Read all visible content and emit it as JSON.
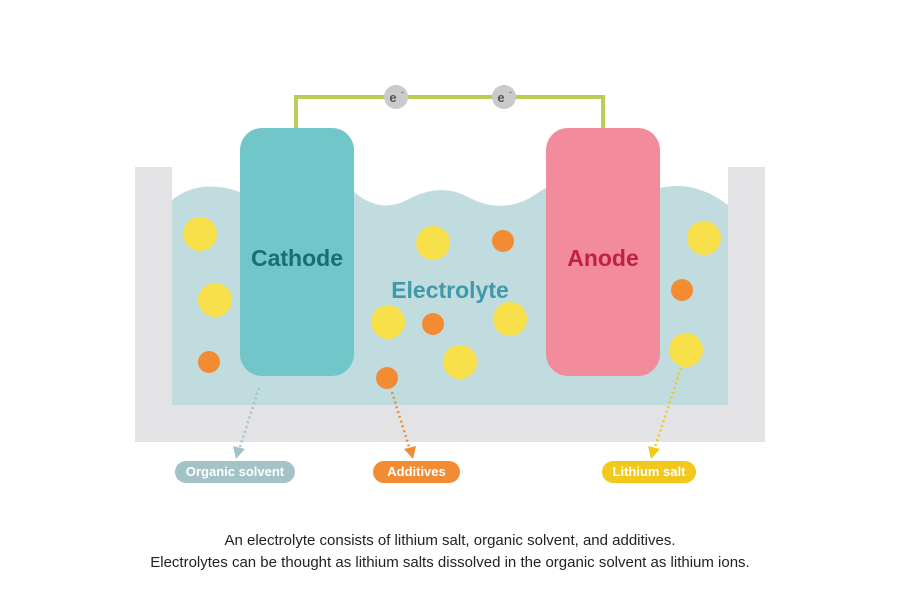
{
  "colors": {
    "container": "#e3e3e5",
    "electrolyte": "#c0dcdf",
    "cathode": "#70c6c8",
    "cathode_text": "#1b6c75",
    "anode": "#f28b9c",
    "anode_text": "#c0213f",
    "electrolyte_text": "#3e9aab",
    "wire": "#b7cf55",
    "electron": "#c9cacc",
    "lithium_salt": "#f8e04b",
    "additive": "#f38b33",
    "organic_solvent_pill": "#a3c3c6",
    "additives_pill": "#f38b33",
    "lithium_salt_pill": "#f2c81a"
  },
  "labels": {
    "cathode": "Cathode",
    "anode": "Anode",
    "electrolyte": "Electrolyte",
    "electron": "e",
    "electron_superscript": "-"
  },
  "legend": {
    "organic_solvent": "Organic solvent",
    "additives": "Additives",
    "lithium_salt": "Lithium salt"
  },
  "caption": {
    "line1": "An electrolyte consists of lithium salt, organic solvent, and additives.",
    "line2": "Electrolytes can be thought as lithium salts dissolved in the organic solvent as lithium ions."
  }
}
